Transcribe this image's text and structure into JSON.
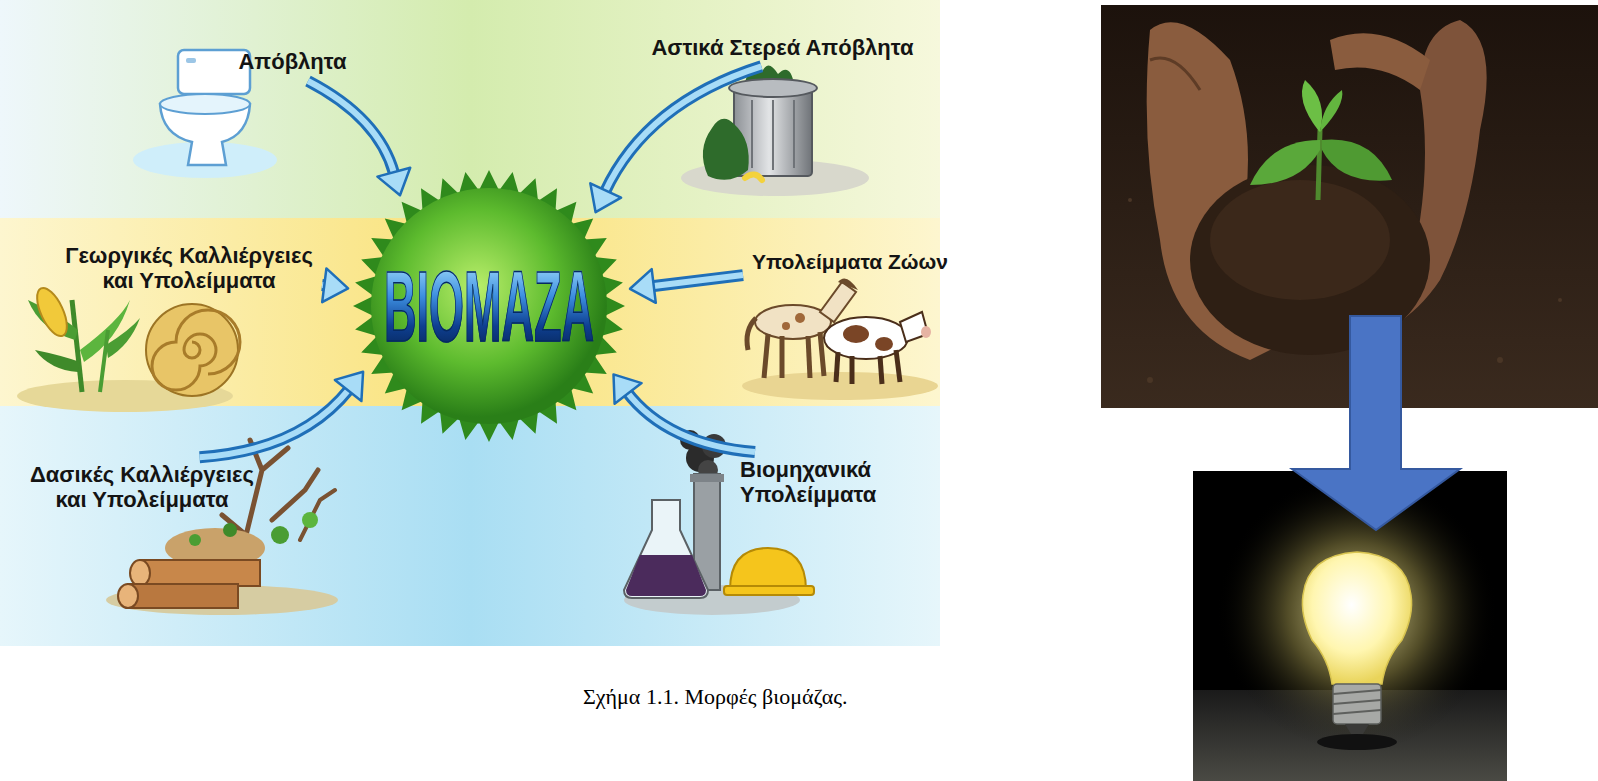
{
  "diagram": {
    "caption": "Σχήμα 1.1. Μορφές βιομάζας.",
    "nodes": [
      {
        "text": [
          "Απόβλητα"
        ]
      },
      {
        "text": [
          "Αστικά Στερεά Απόβλητα"
        ]
      },
      {
        "text": [
          "Γεωργικές Καλλιέργειες και Υπολείμματα"
        ]
      },
      {
        "text": [
          "ΒΙΟΜΑΖΑ"
        ]
      },
      {
        "text": [
          "Υπολείμματα Ζώων"
        ]
      },
      {
        "text": [
          "Δασικές Καλλιέργειες και Υπολείμματα"
        ]
      },
      {
        "text": [
          "Βιομηχανικά Υπολείμματα"
        ]
      }
    ],
    "edges": [
      {
        "from": 0,
        "to": 3,
        "arrow": "to"
      },
      {
        "from": 1,
        "to": 3,
        "arrow": "to"
      },
      {
        "from": 2,
        "to": 3,
        "arrow": "to"
      },
      {
        "from": 4,
        "to": 3,
        "arrow": "to"
      },
      {
        "from": 5,
        "to": 3,
        "arrow": "to"
      },
      {
        "from": 6,
        "to": 3,
        "arrow": "to"
      }
    ]
  }
}
